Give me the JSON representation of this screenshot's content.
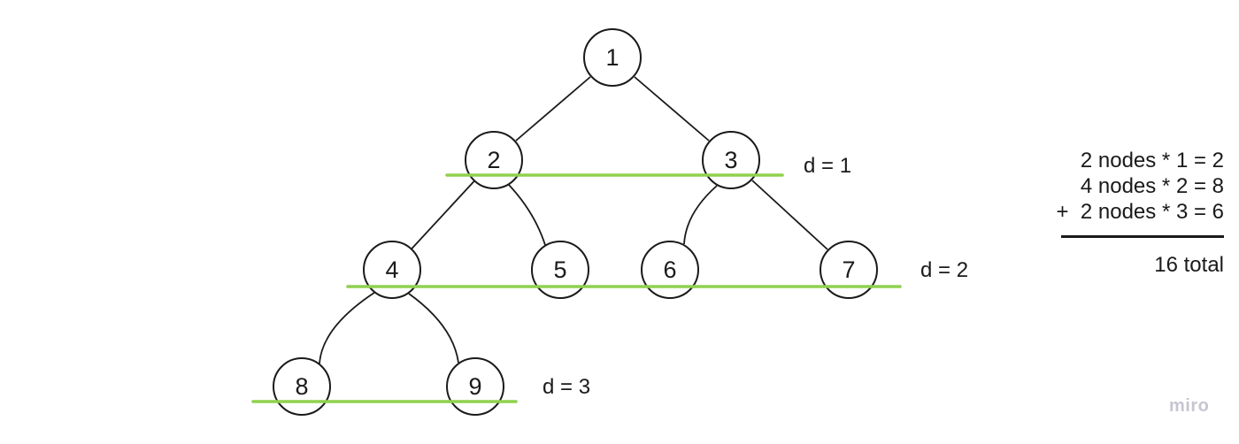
{
  "colors": {
    "ink": "#1a1a1a",
    "line_green": "#8fd14f",
    "watermark_gray": "#c6c5d2"
  },
  "tree": {
    "nodes": [
      {
        "label": "1",
        "depth": 0
      },
      {
        "label": "2",
        "depth": 1
      },
      {
        "label": "3",
        "depth": 1
      },
      {
        "label": "4",
        "depth": 2
      },
      {
        "label": "5",
        "depth": 2
      },
      {
        "label": "6",
        "depth": 2
      },
      {
        "label": "7",
        "depth": 2
      },
      {
        "label": "8",
        "depth": 3
      },
      {
        "label": "9",
        "depth": 3
      }
    ],
    "edges": [
      "1-2",
      "1-3",
      "2-4",
      "2-5",
      "3-6",
      "3-7",
      "4-8",
      "4-9"
    ]
  },
  "depth_labels": [
    {
      "label": "d = 1"
    },
    {
      "label": "d = 2"
    },
    {
      "label": "d = 3"
    }
  ],
  "calculation": {
    "rows": [
      "2 nodes * 1 = 2",
      "4 nodes * 2 = 8",
      "+  2 nodes * 3 = 6"
    ],
    "total": "16 total"
  },
  "watermark": "miro"
}
